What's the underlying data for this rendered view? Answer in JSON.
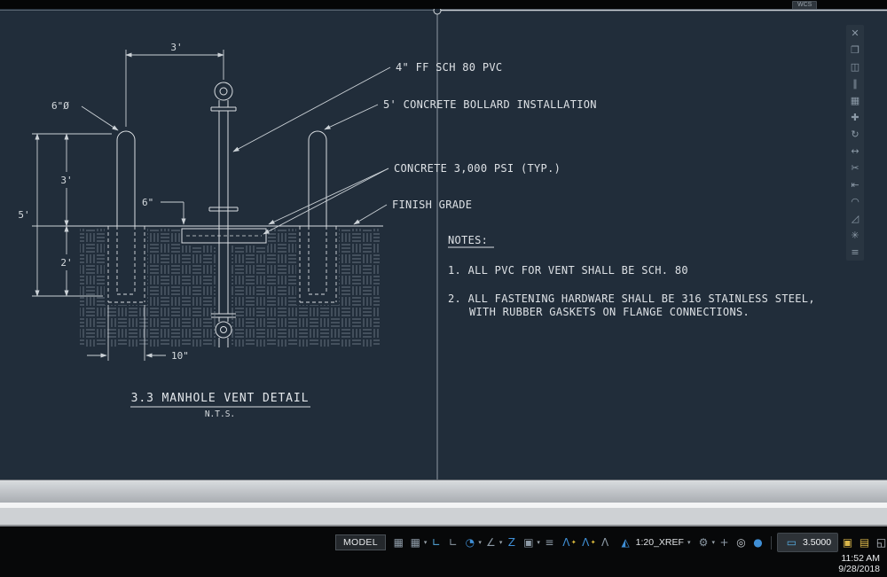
{
  "window": {
    "wcs": "WCS"
  },
  "drawing": {
    "callouts": {
      "pipe": "4\" FF SCH 80 PVC",
      "bollard": "5' CONCRETE BOLLARD INSTALLATION",
      "concrete": "CONCRETE 3,000 PSI (TYP.)",
      "grade": "FINISH GRADE"
    },
    "dims": {
      "top_width": "3'",
      "bollard_dia": "6\"Ø",
      "above_grade": "3'",
      "overall": "5'",
      "embed": "2'",
      "offset": "6\"",
      "footing": "10\""
    },
    "title": "3.3 MANHOLE VENT DETAIL",
    "scale_note": "N.T.S.",
    "notes_heading": "NOTES:",
    "note1": "1.  ALL PVC FOR VENT SHALL BE SCH. 80",
    "note2a": "2.  ALL FASTENING HARDWARE SHALL BE 316 STAINLESS STEEL,",
    "note2b": "WITH RUBBER GASKETS ON FLANGE CONNECTIONS."
  },
  "toolbar_right": {
    "erase": "✕",
    "copy": "❐",
    "mirror": "◫",
    "offset": "∥",
    "array": "▦",
    "move": "✚",
    "rotate": "↻",
    "stretch": "↔",
    "trim": "✂",
    "extend": "⇤",
    "fillet": "◠",
    "chamfer": "◿",
    "explode": "✳",
    "properties": "≡"
  },
  "icons": {
    "grid": "▦",
    "snap": "▦",
    "caret": "▾",
    "infer": "∟",
    "ortho": "∟",
    "isodraft": "◔",
    "polar": "∠",
    "otrack": "Z",
    "osnap": "▣",
    "lineweight": "≡",
    "anno": "Λ",
    "star": "✦",
    "annoscale": "◭",
    "gear": "⚙",
    "plus": "+",
    "isolate": "◎",
    "perf": "●",
    "val": "▭",
    "tray_a": "▣",
    "tray_b": "▤",
    "tray_c": "◱",
    "tray_d": "▢"
  },
  "statusbar": {
    "model": "MODEL",
    "annotation_scale": "1:20_XREF",
    "value": "3.5000"
  },
  "clock": {
    "time": "11:52 AM",
    "date": "9/28/2018"
  }
}
